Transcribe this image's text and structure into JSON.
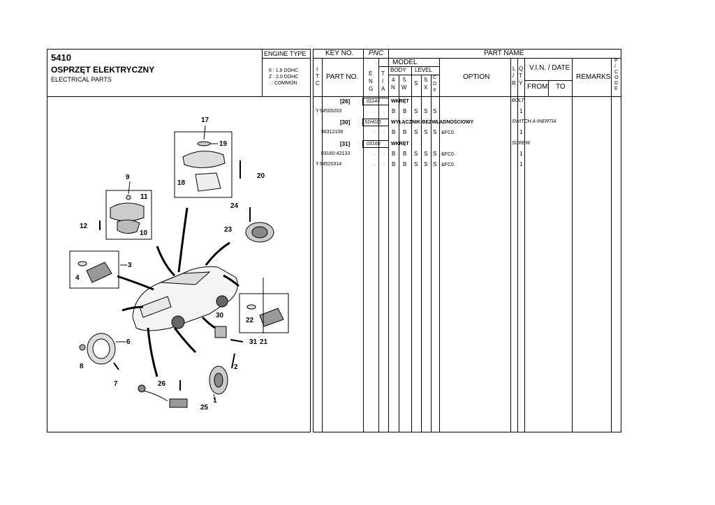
{
  "header": {
    "code": "5410",
    "title_pl": "OSPRZĘT ELEKTRYCZNY",
    "title_en": "ELECTRICAL PARTS",
    "engine_type_label": "ENGINE TYPE",
    "engine_lines": [
      "6 : 1.6 DOHC",
      "Z : 2.0 DOHC",
      ". : COMMON"
    ]
  },
  "table_header": {
    "key_no": "KEY NO.",
    "pnc": "PNC",
    "part_name": "PART NAME",
    "itc": [
      "I",
      "T",
      "C"
    ],
    "part_no": "PART NO.",
    "model": "MODEL",
    "eng": [
      "E",
      "N",
      "G"
    ],
    "ta": [
      "T",
      "/",
      "A"
    ],
    "body": "BODY",
    "level": "LEVEL",
    "body_4n": [
      "4",
      "N"
    ],
    "body_5w": [
      "5",
      "W"
    ],
    "level_s": "S",
    "level_sx": [
      "S",
      "X"
    ],
    "level_cdx": [
      "C",
      "D",
      "X"
    ],
    "option": "OPTION",
    "lr": [
      "L",
      "/",
      "R"
    ],
    "qty": [
      "Q",
      "T",
      "Y"
    ],
    "vin_date": "V.I.N. / DATE",
    "from": "FROM",
    "to": "TO",
    "remarks": "REMARKS",
    "pcode": [
      "P",
      "/",
      "C",
      "O",
      "D",
      "E"
    ]
  },
  "rows": [
    {
      "type": "group",
      "key": "[26]",
      "pnc": "01144",
      "name_pl": "WKRĘT",
      "name_en": "BOLT"
    },
    {
      "type": "part",
      "itc": "Y",
      "part_no": "94500203",
      "eng": ".",
      "ta": ".",
      "b4n": "B",
      "b5w": "B",
      "s": "S",
      "sx": "S",
      "cdx": "S",
      "option": "",
      "qty": "1"
    },
    {
      "type": "group",
      "key": "[30]",
      "pnc": "51H011",
      "name_pl": "WYŁĄCZNIK-BEZWŁADNOŚCIOWY",
      "name_en": "SWITCH A-INERTIA"
    },
    {
      "type": "part",
      "itc": "",
      "part_no": "96312108",
      "eng": ".",
      "ta": ".",
      "b4n": "B",
      "b5w": "B",
      "s": "S",
      "sx": "S",
      "cdx": "S",
      "option": "&FC0.",
      "qty": "1"
    },
    {
      "type": "group",
      "key": "[31]",
      "pnc": "03160",
      "name_pl": "WKRĘT",
      "name_en": "SCREW"
    },
    {
      "type": "part",
      "itc": "",
      "part_no": "03160-42133",
      "eng": ".",
      "ta": ".",
      "b4n": "B",
      "b5w": "B",
      "s": "S",
      "sx": "S",
      "cdx": "S",
      "option": "&FC0.",
      "qty": "1"
    },
    {
      "type": "part",
      "itc": "Y",
      "part_no": "94520314",
      "eng": ".",
      "ta": ".",
      "b4n": "B",
      "b5w": "B",
      "s": "S",
      "sx": "S",
      "cdx": "S",
      "option": "&FC0.",
      "qty": "1"
    }
  ],
  "diagram_callouts": [
    "17",
    "19",
    "20",
    "18",
    "9",
    "11",
    "12",
    "10",
    "24",
    "23",
    "3",
    "4",
    "22",
    "30",
    "6",
    "8",
    "31",
    "21",
    "2",
    "7",
    "26",
    "25",
    "1"
  ]
}
